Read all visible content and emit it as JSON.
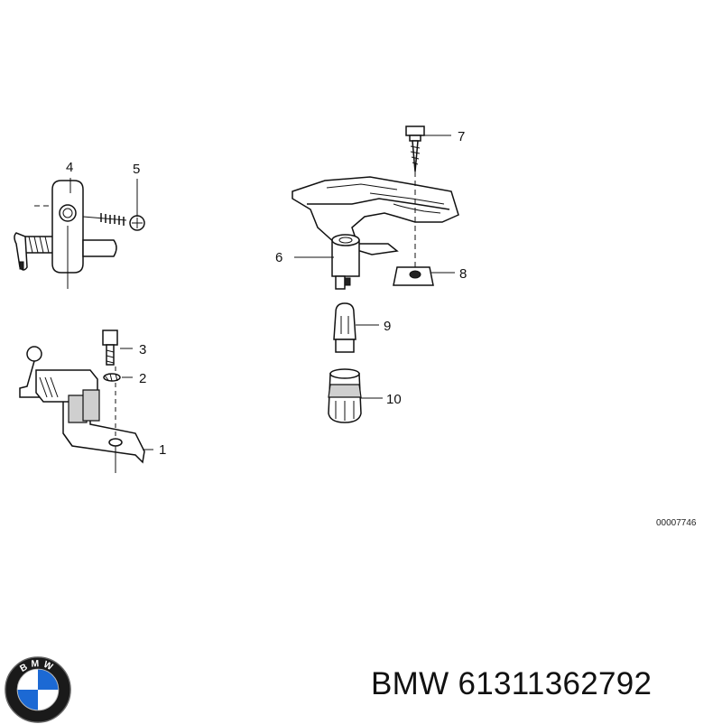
{
  "diagram": {
    "callouts": [
      "1",
      "2",
      "3",
      "4",
      "5",
      "6",
      "7",
      "8",
      "9",
      "10"
    ],
    "drawing_number": "00007746"
  },
  "footer": {
    "brand": "BMW",
    "part_number": "61311362792",
    "text": "BMW 61311362792"
  },
  "logo": {
    "letters": "BMW",
    "colors": {
      "ring": "#1a1a1a",
      "blue": "#1c69d4",
      "white": "#ffffff"
    }
  }
}
